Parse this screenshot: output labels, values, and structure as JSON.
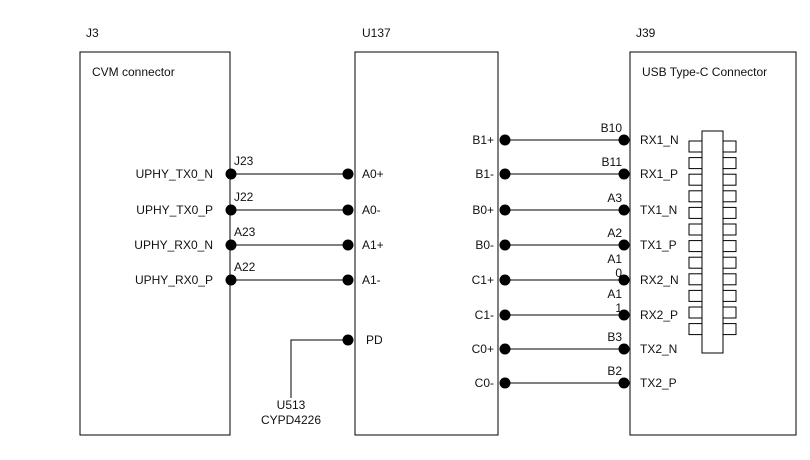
{
  "components": {
    "j3": {
      "ref": "J3",
      "title": "CVM connector"
    },
    "u137": {
      "ref": "U137"
    },
    "j39": {
      "ref": "J39",
      "title": "USB Type-C Connector"
    },
    "u513": {
      "line1": "U513",
      "line2": "CYPD4226"
    }
  },
  "j3_signals": [
    "UPHY_TX0_N",
    "UPHY_TX0_P",
    "UPHY_RX0_N",
    "UPHY_RX0_P"
  ],
  "j3_pins": [
    "J23",
    "J22",
    "A23",
    "A22"
  ],
  "u137_left_pins": [
    "A0+",
    "A0-",
    "A1+",
    "A1-",
    "PD"
  ],
  "u137_right_pins": [
    "B1+",
    "B1-",
    "B0+",
    "B0-",
    "C1+",
    "C1-",
    "C0+",
    "C0-"
  ],
  "j39_pins": [
    "B10",
    "B11",
    "A3",
    "A2",
    "A1\n0",
    "A1\n1",
    "B3",
    "B2"
  ],
  "j39_signals": [
    "RX1_N",
    "RX1_P",
    "TX1_N",
    "TX1_P",
    "RX2_N",
    "RX2_P",
    "TX2_N",
    "TX2_P"
  ]
}
